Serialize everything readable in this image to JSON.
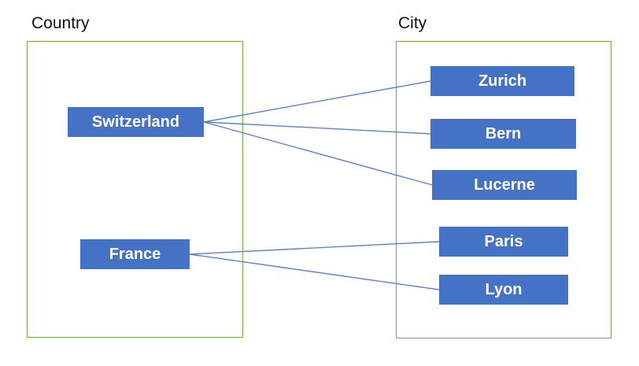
{
  "diagram": {
    "groups": {
      "country": {
        "label": "Country"
      },
      "city": {
        "label": "City"
      }
    },
    "countries": [
      {
        "id": "switzerland",
        "label": "Switzerland"
      },
      {
        "id": "france",
        "label": "France"
      }
    ],
    "cities": [
      {
        "id": "zurich",
        "label": "Zurich"
      },
      {
        "id": "bern",
        "label": "Bern"
      },
      {
        "id": "lucerne",
        "label": "Lucerne"
      },
      {
        "id": "paris",
        "label": "Paris"
      },
      {
        "id": "lyon",
        "label": "Lyon"
      }
    ],
    "connections": [
      {
        "from": "switzerland",
        "to": "zurich"
      },
      {
        "from": "switzerland",
        "to": "bern"
      },
      {
        "from": "switzerland",
        "to": "lucerne"
      },
      {
        "from": "france",
        "to": "paris"
      },
      {
        "from": "france",
        "to": "lyon"
      }
    ],
    "colors": {
      "node_fill": "#4472C4",
      "node_text": "#FFFFFF",
      "connector": "#5B83C9",
      "group_border": "#70AD47",
      "label_text": "#111111"
    }
  }
}
